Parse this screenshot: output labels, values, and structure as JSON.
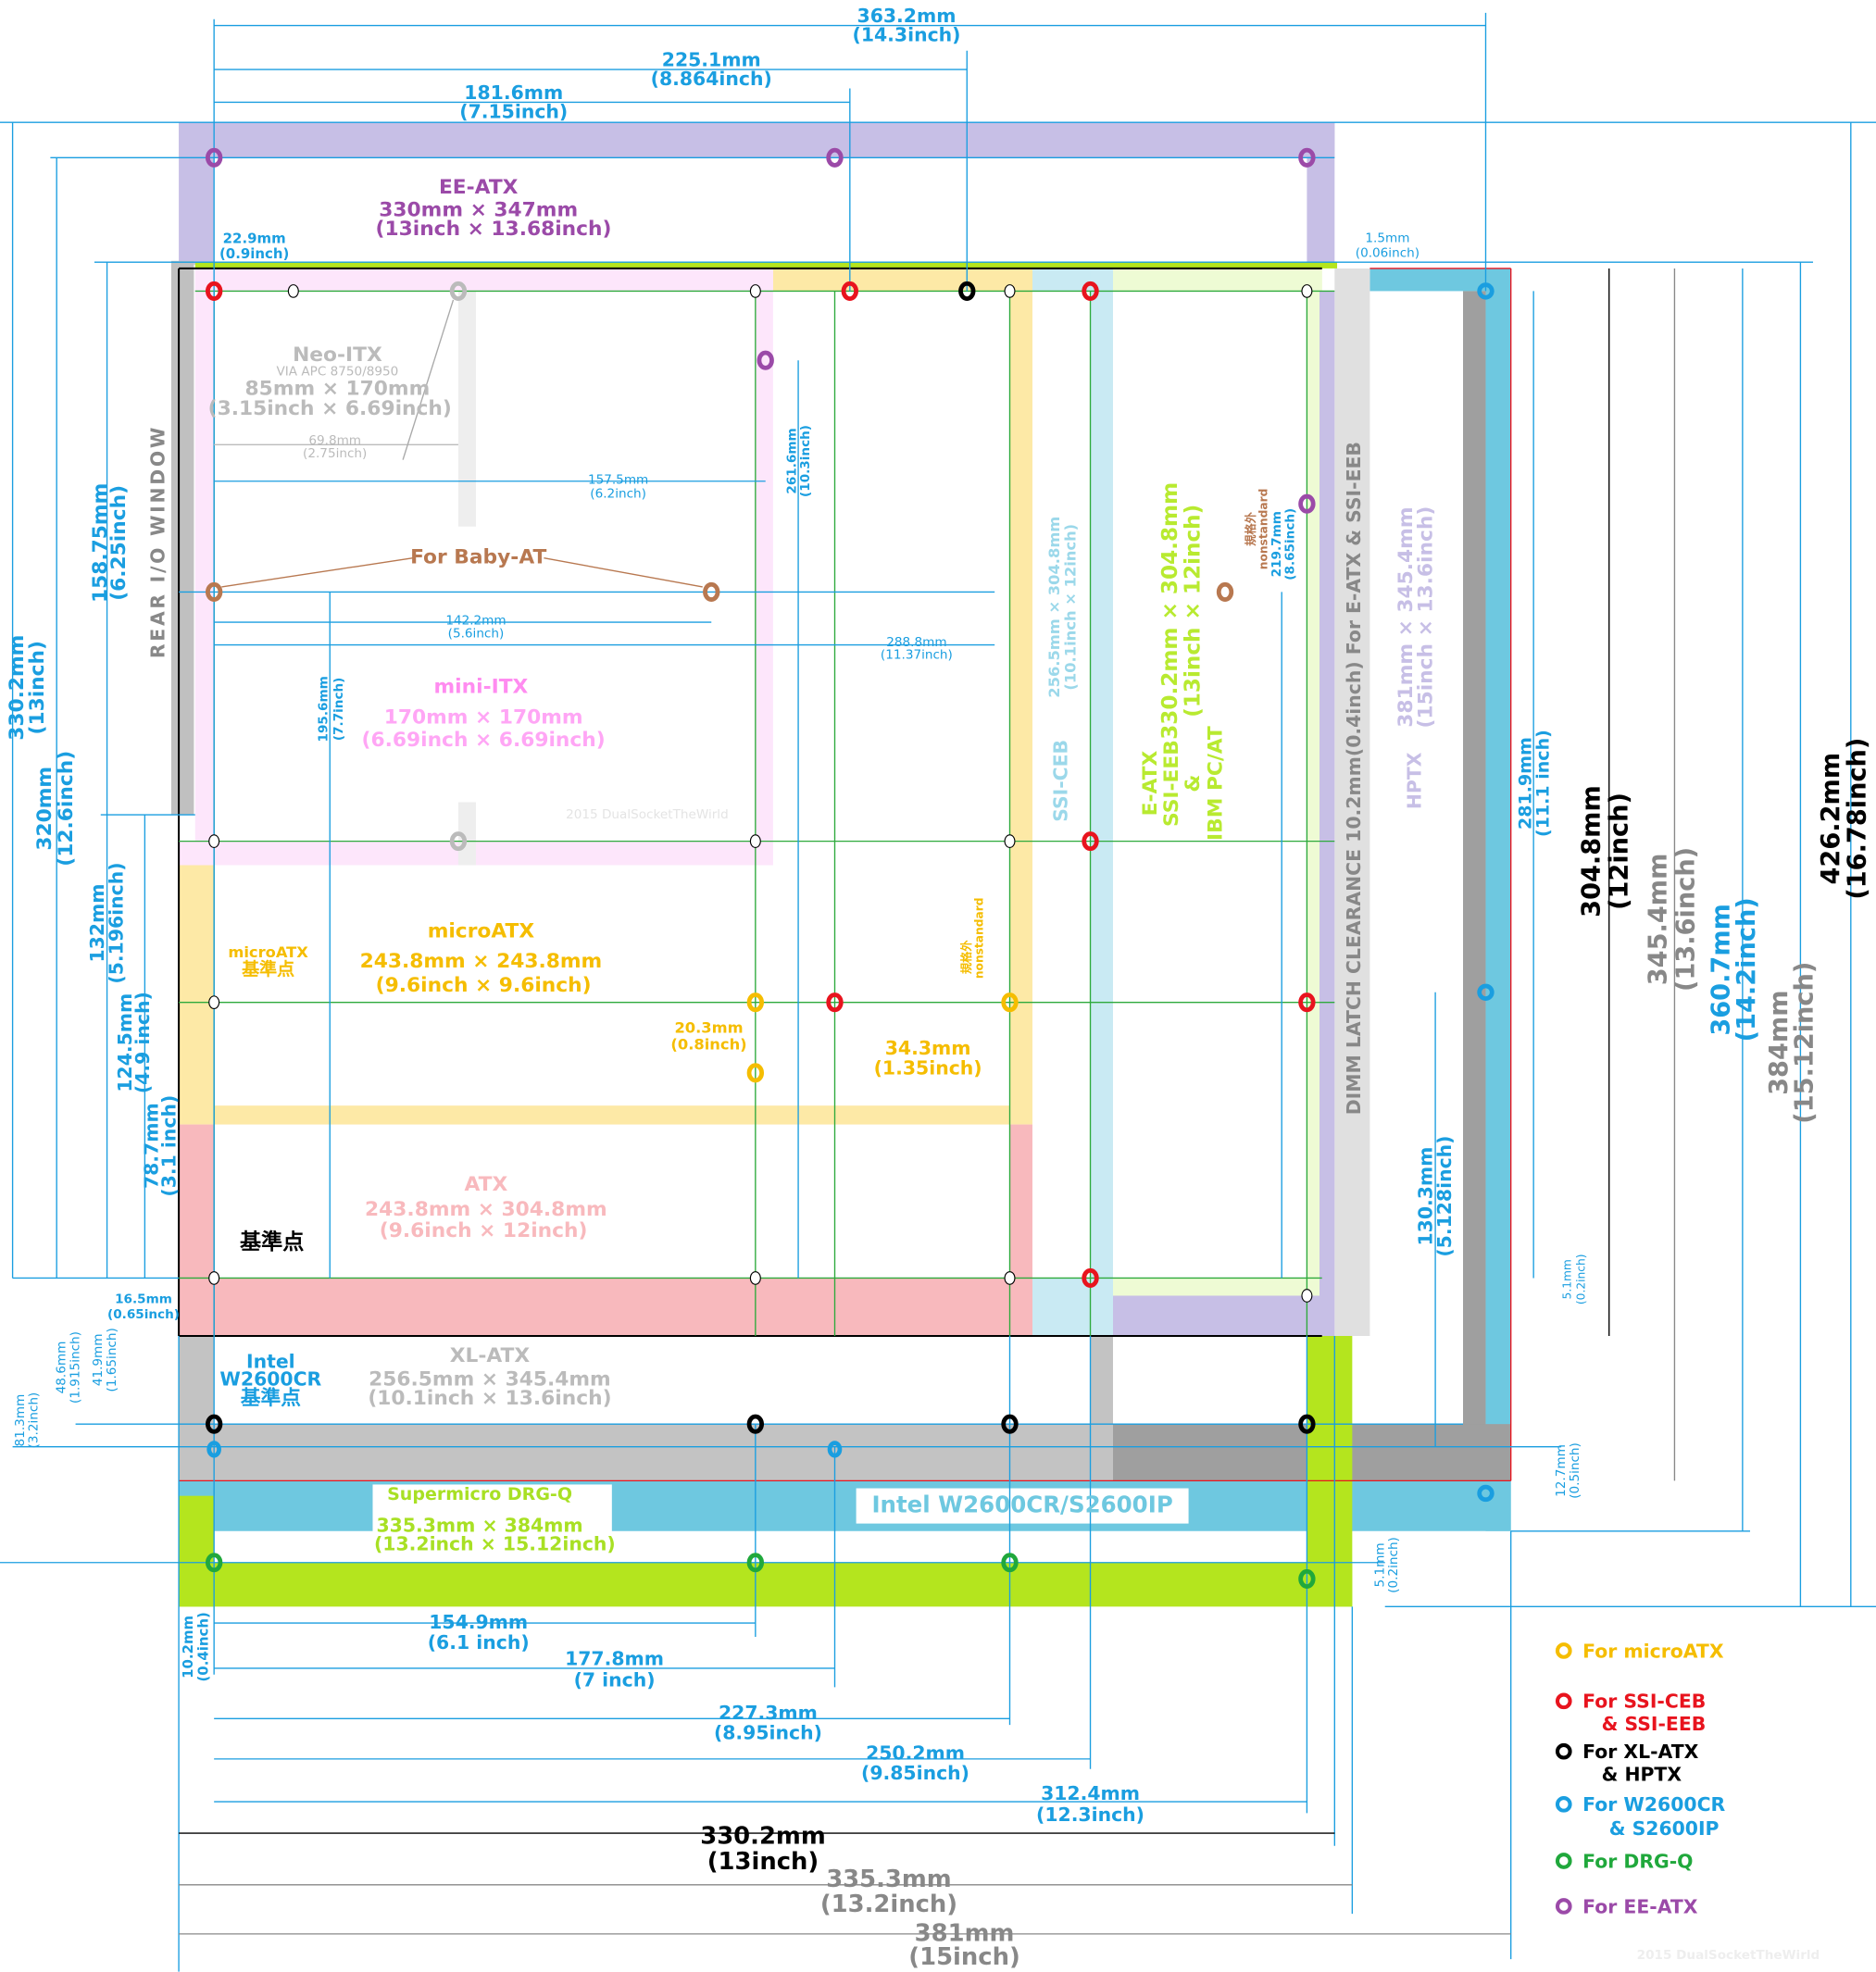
{
  "title": "Motherboard form factor mounting hole comparison",
  "watermark": "2015 DualSocketTheWirld",
  "colors": {
    "dimension": "#1a9ee0",
    "ee_atx": "#c7bfe6",
    "mini_itx": "#fde6fb",
    "micro_atx": "#fde9a6",
    "atx": "#f8b9bd",
    "ssi_ceb": "#c9eaf3",
    "e_atx": "#eefbd4",
    "xl_atx": "#c3c3c3",
    "hptx": "#9f9f9f",
    "w2600cr": "#6ec8e0",
    "drg_q": "#b4e51e",
    "dimm": "#e0e0e0"
  },
  "boards": {
    "ee_atx": {
      "name": "EE-ATX",
      "mm": "330mm × 347mm",
      "inch": "(13inch × 13.68inch)"
    },
    "neo_itx": {
      "name": "Neo-ITX",
      "sub": "VIA APC 8750/8950",
      "mm": "85mm × 170mm",
      "inch": "(3.15inch × 6.69inch)"
    },
    "mini_itx": {
      "name": "mini-ITX",
      "mm": "170mm × 170mm",
      "inch": "(6.69inch × 6.69inch)"
    },
    "micro_atx": {
      "name": "microATX",
      "mm": "243.8mm × 243.8mm",
      "inch": "(9.6inch × 9.6inch)"
    },
    "atx": {
      "name": "ATX",
      "mm": "243.8mm × 304.8mm",
      "inch": "(9.6inch × 12inch)"
    },
    "ssi_ceb": {
      "name": "SSI-CEB",
      "dims": "256.5mm × 304.8mm",
      "inch": "(10.1inch × 12inch)"
    },
    "e_atx": {
      "name": "E-ATX",
      "name2": "SSI-EEB",
      "name3": "&",
      "name4": "IBM PC/AT",
      "dims": "330.2mm × 304.8mm",
      "inch": "(13inch × 12inch)"
    },
    "hptx": {
      "name": "HPTX",
      "dims": "381mm × 345.4mm",
      "inch": "(15inch × 13.6inch)"
    },
    "xl_atx": {
      "name": "XL-ATX",
      "mm": "256.5mm × 345.4mm",
      "inch": "(10.1inch × 13.6inch)"
    },
    "drg_q": {
      "name": "Supermicro DRG-Q",
      "mm": "335.3mm × 384mm",
      "inch": "(13.2inch × 15.12inch)"
    },
    "w2600cr": {
      "name": "Intel W2600CR/S2600IP"
    }
  },
  "labels": {
    "rear_io": "REAR I/O WINDOW",
    "dimm_latch": "DIMM LATCH CLEARANCE 10.2mm(0.4inch) For E-ATX & SSI-EEB",
    "baby_at": "For Baby-AT",
    "ref_point": "基準点",
    "microatx_ref_1": "microATX",
    "microatx_ref_2": "基準点",
    "intel_ref_1": "Intel",
    "intel_ref_2": "W2600CR",
    "intel_ref_3": "基準点",
    "nonstandard_jp": "規格外",
    "nonstandard_en": "nonstandard"
  },
  "dimensions_top": [
    {
      "mm": "363.2mm",
      "inch": "(14.3inch)"
    },
    {
      "mm": "225.1mm",
      "inch": "(8.864inch)"
    },
    {
      "mm": "181.6mm",
      "inch": "(7.15inch)"
    },
    {
      "mm": "22.9mm",
      "inch": "(0.9inch)"
    },
    {
      "mm": "1.5mm",
      "inch": "(0.06inch)"
    }
  ],
  "dimensions_inner": {
    "d69_8": {
      "mm": "69.8mm",
      "inch": "(2.75inch)"
    },
    "d157_5": {
      "mm": "157.5mm",
      "inch": "(6.2inch)"
    },
    "d142_2": {
      "mm": "142.2mm",
      "inch": "(5.6inch)"
    },
    "d288_8": {
      "mm": "288.8mm",
      "inch": "(11.37inch)"
    },
    "d261_6": {
      "mm": "261.6mm",
      "inch": "(10.3inch)"
    },
    "d195_6": {
      "mm": "195.6mm",
      "inch": "(7.7inch)"
    },
    "d219_7": {
      "mm": "219.7mm",
      "inch": "(8.65inch)"
    },
    "d20_3": {
      "mm": "20.3mm",
      "inch": "(0.8inch)"
    },
    "d34_3": {
      "mm": "34.3mm",
      "inch": "(1.35inch)"
    },
    "d130_3": {
      "mm": "130.3mm",
      "inch": "(5.128inch)"
    },
    "d281_9": {
      "mm": "281.9mm",
      "inch": "(11.1 inch)"
    },
    "d5_1a": {
      "mm": "5.1mm",
      "inch": "(0.2inch)"
    },
    "d12_7": {
      "mm": "12.7mm",
      "inch": "(0.5inch)"
    },
    "d5_1b": {
      "mm": "5.1mm",
      "inch": "(0.2inch)"
    }
  },
  "dimensions_left": [
    {
      "mm": "330.2mm",
      "inch": "(13inch)"
    },
    {
      "mm": "320mm",
      "inch": "(12.6inch)"
    },
    {
      "mm": "158.75mm",
      "inch": "(6.25inch)"
    },
    {
      "mm": "132mm",
      "inch": "(5.196inch)"
    },
    {
      "mm": "124.5mm",
      "inch": "(4.9 inch)"
    },
    {
      "mm": "78.7mm",
      "inch": "(3.1 inch)"
    },
    {
      "mm": "16.5mm",
      "inch": "(0.65inch)"
    },
    {
      "mm": "81.3mm",
      "inch": "(3.2inch)"
    },
    {
      "mm": "48.6mm",
      "inch": "(1.915inch)"
    },
    {
      "mm": "41.9mm",
      "inch": "(1.65inch)"
    },
    {
      "mm": "10.2mm",
      "inch": "(0.4inch)"
    }
  ],
  "dimensions_right": [
    {
      "mm": "304.8mm",
      "inch": "(12inch)"
    },
    {
      "mm": "345.4mm",
      "inch": "(13.6inch)"
    },
    {
      "mm": "360.7mm",
      "inch": "(14.2inch)"
    },
    {
      "mm": "384mm",
      "inch": "(15.12inch)"
    },
    {
      "mm": "426.2mm",
      "inch": "(16.78inch)"
    }
  ],
  "dimensions_bottom": [
    {
      "mm": "154.9mm",
      "inch": "(6.1 inch)"
    },
    {
      "mm": "177.8mm",
      "inch": "(7 inch)"
    },
    {
      "mm": "227.3mm",
      "inch": "(8.95inch)"
    },
    {
      "mm": "250.2mm",
      "inch": "(9.85inch)"
    },
    {
      "mm": "312.4mm",
      "inch": "(12.3inch)"
    },
    {
      "mm": "330.2mm",
      "inch": "(13inch)"
    },
    {
      "mm": "335.3mm",
      "inch": "(13.2inch)"
    },
    {
      "mm": "381mm",
      "inch": "(15inch)"
    }
  ],
  "legend": [
    {
      "label": "For microATX",
      "label2": "",
      "color": "#f5bd00"
    },
    {
      "label": "For SSI-CEB",
      "label2": "& SSI-EEB",
      "color": "#e8141e"
    },
    {
      "label": "For XL-ATX",
      "label2": "& HPTX",
      "color": "#000000"
    },
    {
      "label": "For W2600CR",
      "label2": "& S2600IP",
      "color": "#1a9ee0"
    },
    {
      "label": "For DRG-Q",
      "label2": "",
      "color": "#20a83c"
    },
    {
      "label": "For EE-ATX",
      "label2": "",
      "color": "#9b4aa8"
    }
  ]
}
